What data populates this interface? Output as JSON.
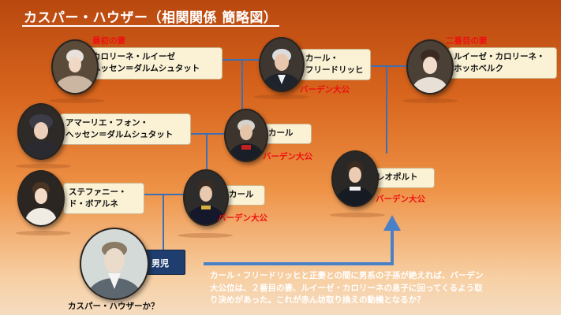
{
  "title": "カスパー・ハウザー（相関関係 簡略図）",
  "labels": {
    "first_wife": "最初の妻",
    "second_wife": "二番目の妻",
    "grand_duke_1": "バーデン大公",
    "grand_duke_2": "バーデン大公",
    "grand_duke_3": "バーデン大公",
    "grand_duke_4": "バーデン大公"
  },
  "people": {
    "caroline": {
      "name_l1": "カロリーネ・ルイーゼ",
      "name_l2": "ヘッセン＝ダルムシュタット"
    },
    "karl_friedrich": {
      "name_l1": "カール・",
      "name_l2": "フリードリッヒ"
    },
    "luise": {
      "name_l1": "ルイーゼ・カロリーネ・",
      "name_l2": "ホッホベルク"
    },
    "amalie": {
      "name_l1": "アマーリエ・フォン・",
      "name_l2": "ヘッセン＝ダルムシュタット"
    },
    "karl_1": {
      "name": "カール"
    },
    "stephanie": {
      "name_l1": "ステファニー・",
      "name_l2": "ド・ボアルネ"
    },
    "karl_2": {
      "name": "カール"
    },
    "leopold": {
      "name": "レオポルト"
    },
    "boy": {
      "name": "男児"
    },
    "kaspar": {
      "caption": "カスパー・ハウザーか？"
    }
  },
  "note": {
    "line1": "カール・フリードリッヒと正妻との間に男系の子孫が絶えれば、バーデン",
    "line2": "大公位は、２番目の妻、ルイーゼ・カロリーネの息子に回ってくるよう取",
    "line3": "り決めがあった。これが赤ん坊取り換えの動機となるか？"
  },
  "colors": {
    "line": "#3d6fb4",
    "arrow": "#4a80c8",
    "box_fill": "#fbf2d6",
    "red_text": "#ee1111",
    "boy_box": "#1f3d6e"
  }
}
